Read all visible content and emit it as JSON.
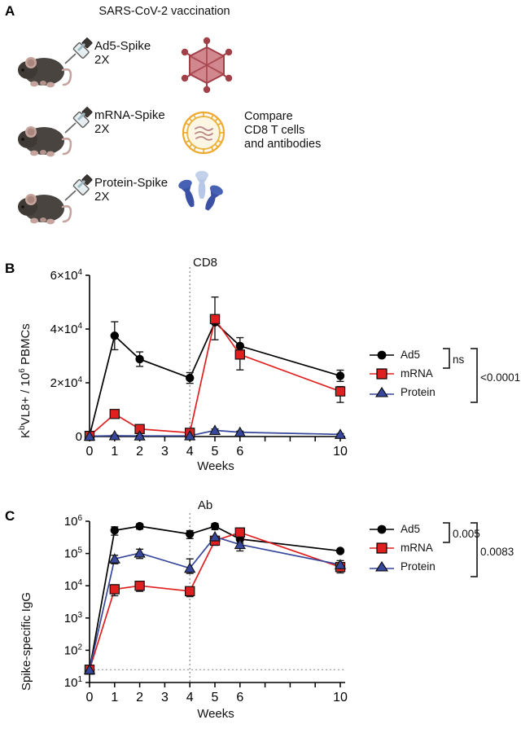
{
  "figure": {
    "panels": [
      "A",
      "B",
      "C"
    ]
  },
  "panel_a": {
    "letter": "A",
    "title": "SARS-CoV-2 vaccination",
    "arms": [
      {
        "label": "Ad5-Spike\n2X",
        "icon": "adenovirus-icon"
      },
      {
        "label": "mRNA-Spike\n2X",
        "icon": "lipid-nanoparticle-mrna-icon"
      },
      {
        "label": "Protein-Spike\n2X",
        "icon": "spike-protein-icon"
      }
    ],
    "compare_text": "Compare\nCD8 T cells\nand antibodies",
    "mouse_icon": "mouse-icon",
    "syringe_icon": "syringe-icon"
  },
  "panel_b": {
    "letter": "B",
    "legend": [
      {
        "label": "Ad5",
        "marker": "circle",
        "color": "#000000"
      },
      {
        "label": "mRNA",
        "marker": "square",
        "color": "#e02020"
      },
      {
        "label": "Protein",
        "marker": "triangle",
        "color": "#37479c"
      }
    ],
    "stats": [
      {
        "label": "ns",
        "compares": "Ad5 vs mRNA"
      },
      {
        "label": "<0.0001",
        "compares": "Ad5/mRNA vs Protein"
      }
    ],
    "chart_data": {
      "type": "line",
      "title": "CD8",
      "xlabel": "Weeks",
      "ylabel": "KbVL8+ / 106 PBMCs",
      "ylabel_parts": {
        "base1": "K",
        "sup1": "b",
        "mid": "VL8+ / 10",
        "sup2": "6",
        "tail": " PBMCs"
      },
      "x": [
        0,
        1,
        2,
        4,
        5,
        6,
        10
      ],
      "xticks": [
        0,
        1,
        2,
        3,
        4,
        5,
        6,
        7,
        8,
        9,
        10
      ],
      "xticklabels": [
        "0",
        "1",
        "2",
        "3",
        "4",
        "5",
        "6",
        "",
        "",
        "",
        "10"
      ],
      "xlim": [
        0,
        10
      ],
      "yticks": [
        0,
        20000,
        40000,
        60000
      ],
      "yticklabels": [
        "0",
        "2×10⁴",
        "4×10⁴",
        "6×10⁴"
      ],
      "ylim": [
        0,
        60000
      ],
      "grid": false,
      "boost_marker_week": 4,
      "legend_position": "right",
      "series": [
        {
          "name": "Ad5",
          "color": "#000000",
          "marker": "circle",
          "values": [
            300,
            37500,
            28800,
            21800,
            42500,
            33700,
            22600
          ],
          "err_low": [
            300,
            5200,
            2700,
            2000,
            0,
            3100,
            2100
          ],
          "err_high": [
            300,
            5200,
            2700,
            2000,
            0,
            3100,
            2100
          ]
        },
        {
          "name": "mRNA",
          "color": "#e02020",
          "marker": "square",
          "values": [
            250,
            8400,
            2800,
            1400,
            43700,
            30500,
            16800
          ],
          "err_low": [
            250,
            1300,
            500,
            400,
            7700,
            5700,
            4100
          ],
          "err_high": [
            250,
            1300,
            500,
            400,
            8200,
            3200,
            1800
          ]
        },
        {
          "name": "Protein",
          "color": "#37479c",
          "marker": "triangle",
          "values": [
            150,
            300,
            250,
            280,
            2300,
            1600,
            800
          ],
          "err_low": [
            150,
            250,
            200,
            250,
            500,
            400,
            300
          ],
          "err_high": [
            150,
            250,
            200,
            250,
            500,
            400,
            300
          ]
        }
      ]
    }
  },
  "panel_c": {
    "letter": "C",
    "legend": [
      {
        "label": "Ad5",
        "marker": "circle",
        "color": "#000000"
      },
      {
        "label": "mRNA",
        "marker": "square",
        "color": "#e02020"
      },
      {
        "label": "Protein",
        "marker": "triangle",
        "color": "#37479c"
      }
    ],
    "stats": [
      {
        "label": "0.005",
        "compares": "Ad5 vs mRNA"
      },
      {
        "label": "0.0083",
        "compares": "Ad5/mRNA vs Protein"
      }
    ],
    "chart_data": {
      "type": "line",
      "title": "Ab",
      "xlabel": "Weeks",
      "ylabel": "Spike-specific IgG",
      "x": [
        0,
        1,
        2,
        4,
        5,
        6,
        10
      ],
      "xticks": [
        0,
        1,
        2,
        3,
        4,
        5,
        6,
        7,
        8,
        9,
        10
      ],
      "xticklabels": [
        "0",
        "1",
        "2",
        "3",
        "4",
        "5",
        "6",
        "",
        "",
        "",
        "10"
      ],
      "xlim": [
        0,
        10
      ],
      "yscale": "log",
      "yticks": [
        10,
        100,
        1000,
        10000,
        100000,
        1000000
      ],
      "yticklabels": [
        "10¹",
        "10²",
        "10³",
        "10⁴",
        "10⁵",
        "10⁶"
      ],
      "ylim": [
        10,
        1000000
      ],
      "grid": false,
      "limit_of_detection": 25,
      "boost_marker_week": 4,
      "legend_position": "right",
      "series": [
        {
          "name": "Ad5",
          "color": "#000000",
          "marker": "circle",
          "values": [
            25,
            520000,
            700000,
            400000,
            700000,
            280000,
            120000
          ],
          "err_low": [
            0,
            150000,
            130000,
            110000,
            150000,
            70000,
            0
          ],
          "err_high": [
            0,
            150000,
            130000,
            110000,
            150000,
            70000,
            0
          ]
        },
        {
          "name": "mRNA",
          "color": "#e02020",
          "marker": "square",
          "values": [
            25,
            7800,
            10000,
            6800,
            250000,
            450000,
            38000
          ],
          "err_low": [
            0,
            2900,
            3300,
            2200,
            70000,
            0,
            13000
          ],
          "err_high": [
            0,
            2900,
            3300,
            2200,
            70000,
            0,
            13000
          ]
        },
        {
          "name": "Protein",
          "color": "#37479c",
          "marker": "triangle",
          "values": [
            25,
            68000,
            103000,
            35000,
            330000,
            190000,
            45000
          ],
          "err_low": [
            0,
            20000,
            33000,
            11000,
            0,
            70000,
            15000
          ],
          "err_high": [
            0,
            20000,
            33000,
            33000,
            0,
            70000,
            15000
          ]
        }
      ]
    }
  }
}
